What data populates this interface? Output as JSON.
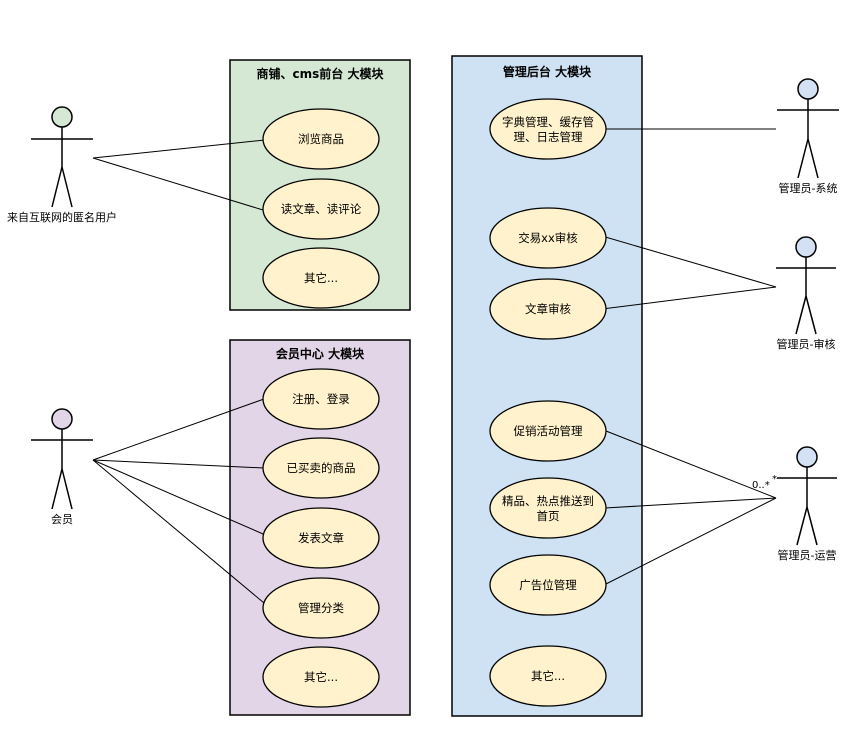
{
  "colors": {
    "store_box": "#d5e8d4",
    "member_box": "#e1d5e7",
    "admin_box": "#cfe2f3",
    "use_case_fill": "#fff2cc",
    "actor_green": "#d5e8d4",
    "actor_purple": "#e1d5e7",
    "actor_blue": "#d4e1f5"
  },
  "boxes": {
    "store": {
      "title": "商铺、cms前台 大模块"
    },
    "member": {
      "title": "会员中心 大模块"
    },
    "admin": {
      "title": "管理后台 大模块"
    }
  },
  "use_cases": {
    "browse": "浏览商品",
    "read": "读文章、读评论",
    "store_other": "其它...",
    "register": "注册、登录",
    "bought": "已买卖的商品",
    "publish": "发表文章",
    "category": "管理分类",
    "member_other": "其它...",
    "dict_line1": "字典管理、缓存管",
    "dict_line2": "理、日志管理",
    "trade_audit": "交易xx审核",
    "article_audit": "文章审核",
    "promo": "促销活动管理",
    "featured_line1": "精品、热点推送到",
    "featured_line2": "首页",
    "ads": "广告位管理",
    "admin_other": "其它..."
  },
  "actors": {
    "anonymous": "来自互联网的匿名用户",
    "member": "会员",
    "admin_system": "管理员-系统",
    "admin_audit": "管理员-审核",
    "admin_ops": "管理员-运营"
  },
  "multiplicity": {
    "lower": "0..*",
    "upper": "*"
  }
}
